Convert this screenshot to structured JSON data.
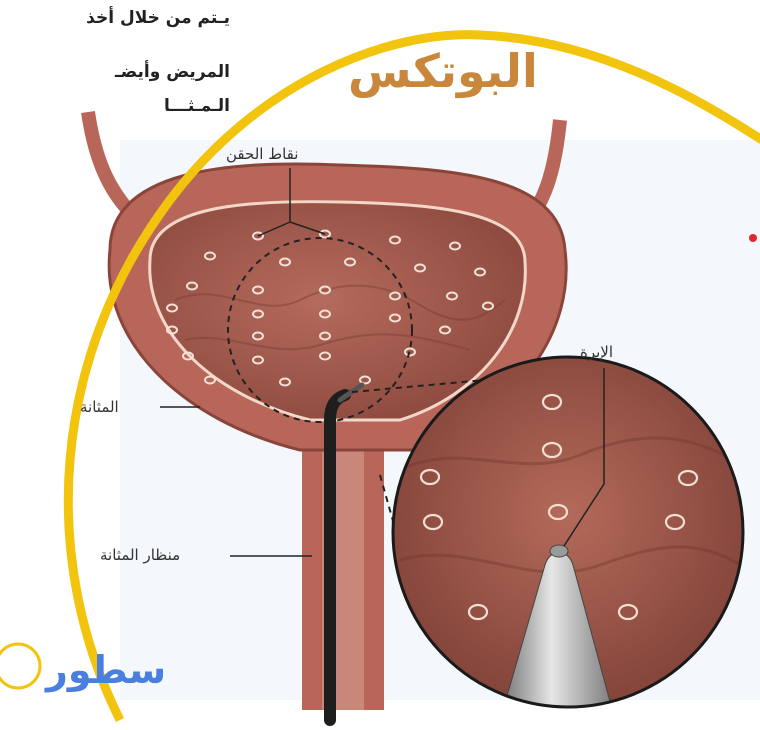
{
  "side_text": {
    "line1": "يـتم من خلال أخذ",
    "line2": "المريض وأيضـ",
    "line3": "الـمـثـــا"
  },
  "title": "البوتكس",
  "labels": {
    "injection_points": "نقاط الحقن",
    "needle": "الإبرة",
    "bladder": "المثانة",
    "cystoscope": "منظار المثانة"
  },
  "brand": {
    "name": "سطور"
  },
  "colors": {
    "title": "#c8873a",
    "yellow_ring": "#f2c40e",
    "bladder_wall": "#b9665a",
    "bladder_inner": "#a0584c",
    "brand": "#4a7fe0",
    "red_dot": "#e0262a"
  }
}
